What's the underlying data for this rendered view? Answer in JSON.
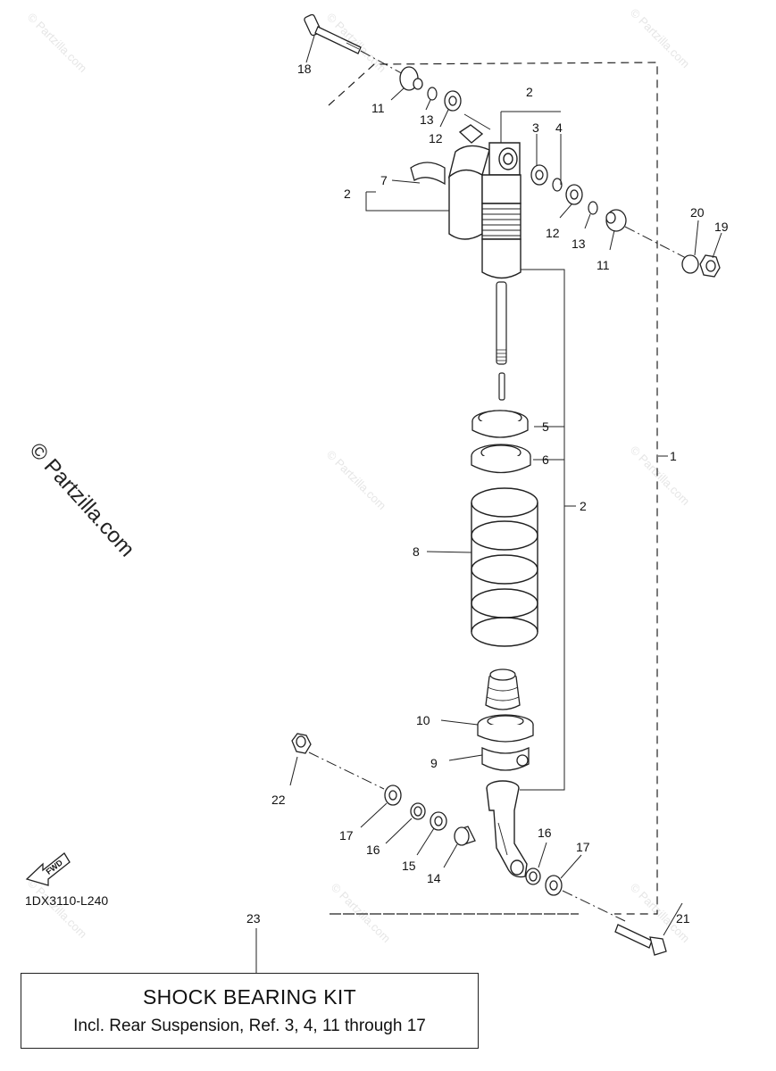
{
  "diagram": {
    "code": "1DX3110-L240",
    "fwd_label": "FWD",
    "watermark": "© Partzilla.com",
    "kit": {
      "ref": "23",
      "title": "SHOCK BEARING KIT",
      "subtitle": "Incl. Rear Suspension, Ref.  3, 4, 11 through 17"
    },
    "callouts": [
      "1",
      "2",
      "3",
      "4",
      "5",
      "6",
      "7",
      "8",
      "9",
      "10",
      "11",
      "12",
      "13",
      "14",
      "15",
      "16",
      "17",
      "18",
      "19",
      "20",
      "21",
      "22"
    ]
  }
}
